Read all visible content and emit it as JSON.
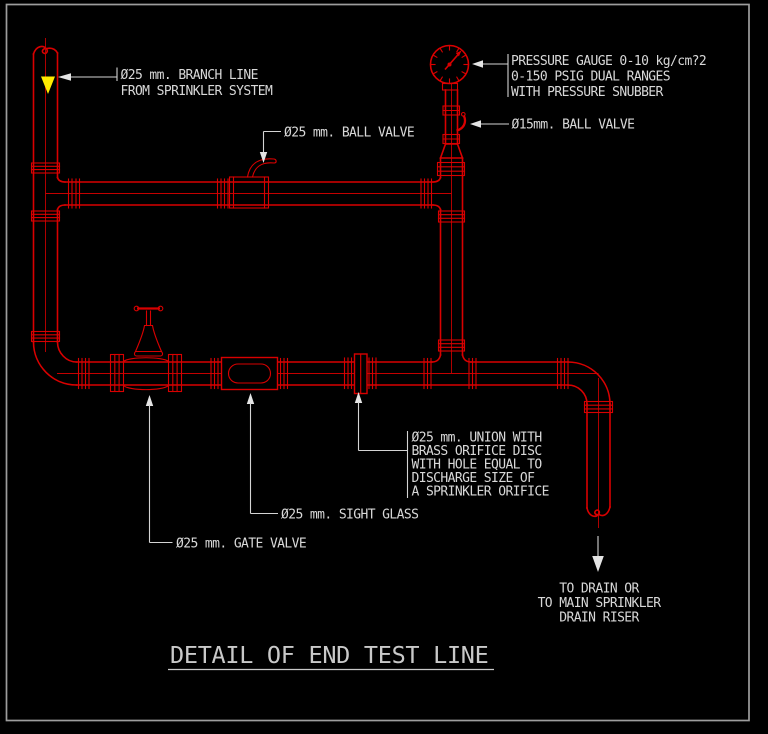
{
  "drawing": {
    "title": "DETAIL OF END TEST LINE",
    "labels": {
      "branch_line": [
        "Ø25 mm. BRANCH LINE",
        "FROM SPRINKLER SYSTEM"
      ],
      "ball_valve_25": "Ø25 mm. BALL VALVE",
      "pressure_gauge": [
        "PRESSURE GAUGE 0-10 kg/cm?2",
        "0-150 PSIG DUAL RANGES",
        "WITH PRESSURE SNUBBER"
      ],
      "ball_valve_15": "Ø15mm. BALL VALVE",
      "union_orifice": [
        "Ø25 mm. UNION WITH",
        "BRASS ORIFICE DISC",
        "WITH HOLE EQUAL TO",
        "DISCHARGE SIZE OF",
        "A SPRINKLER ORIFICE"
      ],
      "sight_glass": "Ø25 mm. SIGHT GLASS",
      "gate_valve": "Ø25 mm. GATE VALVE",
      "drain": [
        "TO DRAIN OR",
        "TO MAIN SPRINKLER",
        "DRAIN RISER"
      ]
    },
    "colors": {
      "pipe": "#d90000",
      "text": "#d8d8d8",
      "leader": "#d4d4d4",
      "flow_arrow": "#ffe900",
      "border": "#9d9d9d",
      "background": "#000000"
    }
  }
}
